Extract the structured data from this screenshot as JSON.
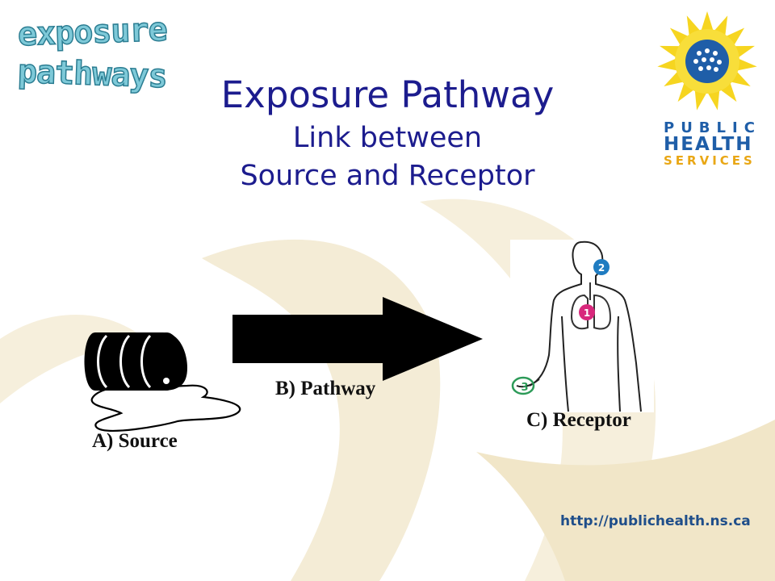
{
  "colors": {
    "title": "#1c1c8e",
    "background_swoosh": "#f3ead4",
    "arrow": "#000000",
    "url": "#1f4e8a",
    "sun_yellow": "#f6d520",
    "health_blue": "#1f5ea8",
    "services_orange": "#e9a715"
  },
  "logo": {
    "exposure_line1": "exposure",
    "exposure_line2": "pathways"
  },
  "title": {
    "main": "Exposure Pathway",
    "sub_line1": "Link between",
    "sub_line2": "Source and Receptor"
  },
  "agency_logo": {
    "line1": "PUBLIC",
    "line2": "HEALTH",
    "line3": "SERVICES",
    "icon": "sun-people-icon"
  },
  "diagram": {
    "source_label": "A) Source",
    "pathway_label": "B) Pathway",
    "receptor_label": "C) Receptor",
    "source_icon": "spilled-barrel-icon",
    "pathway_icon": "right-arrow-icon",
    "receptor_icon": "human-body-icon",
    "receptor_markers": [
      "1",
      "2",
      "3"
    ]
  },
  "footer": {
    "url": "http://publichealth.ns.ca"
  }
}
